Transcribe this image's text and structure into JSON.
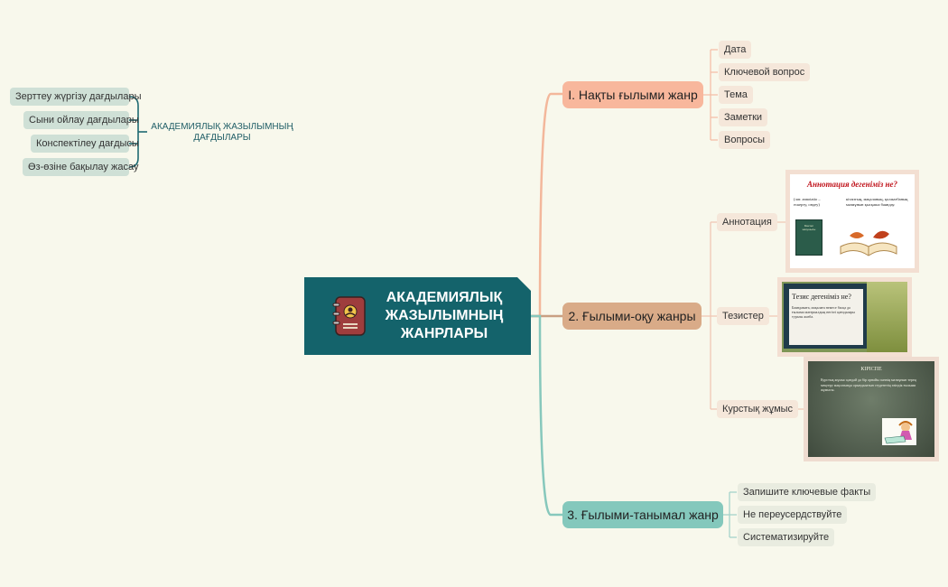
{
  "center": {
    "title": "АКАДЕМИЯЛЫҚ\nЖАЗЫЛЫМНЫҢ\nЖАНРЛАРЫ",
    "icon": "address-book-icon"
  },
  "skills": {
    "title": "АКАДЕМИЯЛЫҚ ЖАЗЫЛЫМНЫҢ\nДАҒДЫЛАРЫ",
    "items": [
      "Зерттеу жүргізу дағдылары",
      "Сыни ойлау дағдылары",
      "Конспектілеу дағдысы",
      "Өз-өзіне бақылау жасау"
    ]
  },
  "branch1": {
    "label": "І. Нақты ғылыми жанр",
    "children": [
      "Дата",
      "Ключевой вопрос",
      "Тема",
      "Заметки",
      "Вопросы"
    ]
  },
  "branch2": {
    "label": "2. Ғылыми-оқу жанры",
    "children": [
      "Аннотация",
      "Тезистер",
      "Курстық жұмыс"
    ]
  },
  "branch3": {
    "label": "3. Ғылыми-танымал жанр",
    "children": [
      "Запишите ключевые факты",
      "Не переусердствуйте",
      "Систематизируйте"
    ]
  },
  "slides": {
    "annotation": {
      "title": "Аннотация дегеніміз не?",
      "left_text": "(лат. annotatio – ескерту, ондеу)",
      "right_text": "кітаптың, мақаланың, қолжазбаның мазмұнын қысқаша баяндау.",
      "book_caption": "Мектеп жазушысы"
    },
    "thesis": {
      "title": "Тезис дегеніміз не?",
      "text": "Баяндамаға, мақалаға немесе басқа да ғылыми материалдың негізгі қағидалары туралы жазба."
    },
    "coursework": {
      "title": "КІРІСПЕ",
      "text": "Курстық жұмыс қандай да бір арнайы пәннің мазмұнын терең меңгеру мақсатында орындалатын студенттің өзіндік ғылыми жұмысы."
    }
  },
  "colors": {
    "center": "#14636b",
    "branch1": "#f8b79c",
    "branch2": "#d9ab88",
    "branch3": "#84c8bc",
    "background": "#f8f8ec"
  }
}
